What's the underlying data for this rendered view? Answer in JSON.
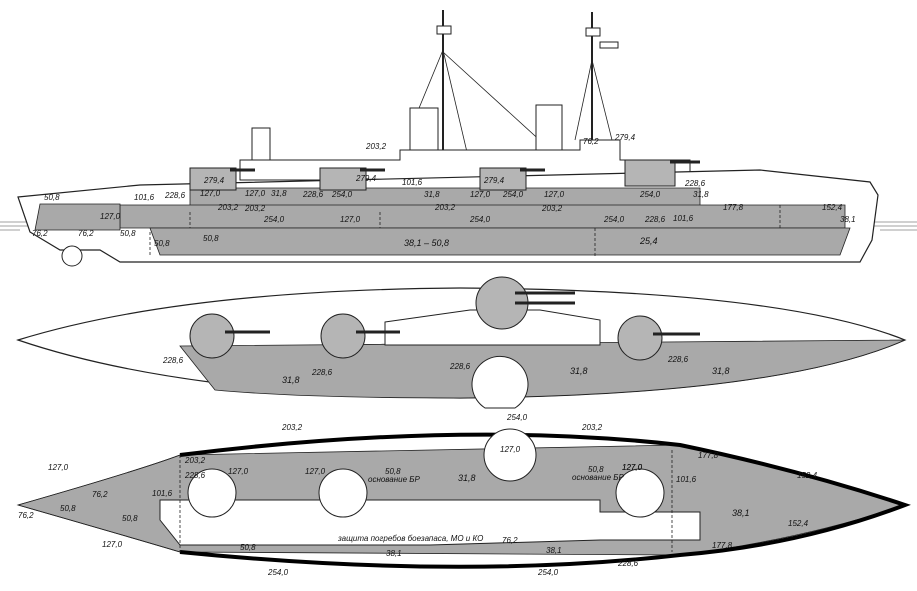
{
  "profile": {
    "labels": [
      {
        "id": "p1",
        "text": "50,8"
      },
      {
        "id": "p2",
        "text": "101,6"
      },
      {
        "id": "p3",
        "text": "228,6"
      },
      {
        "id": "p4",
        "text": "127,0"
      },
      {
        "id": "p5",
        "text": "76,2"
      },
      {
        "id": "p6",
        "text": "76,2"
      },
      {
        "id": "p7",
        "text": "50,8"
      },
      {
        "id": "p8",
        "text": "50,8"
      },
      {
        "id": "p9",
        "text": "50,8"
      },
      {
        "id": "p10",
        "text": "279,4"
      },
      {
        "id": "p11",
        "text": "127,0"
      },
      {
        "id": "p12",
        "text": "31,8"
      },
      {
        "id": "p13",
        "text": "228,6"
      },
      {
        "id": "p14",
        "text": "254,0"
      },
      {
        "id": "p15",
        "text": "279,4"
      },
      {
        "id": "p16",
        "text": "203,2"
      },
      {
        "id": "p17",
        "text": "101,6"
      },
      {
        "id": "p18",
        "text": "31,8"
      },
      {
        "id": "p19",
        "text": "203,2"
      },
      {
        "id": "p20",
        "text": "279,4"
      },
      {
        "id": "p21",
        "text": "254,0"
      },
      {
        "id": "p22",
        "text": "127,0"
      },
      {
        "id": "p23",
        "text": "203,2"
      },
      {
        "id": "p24",
        "text": "203,2"
      },
      {
        "id": "p25",
        "text": "127,0"
      },
      {
        "id": "p26",
        "text": "254,0"
      },
      {
        "id": "p27",
        "text": "127,0"
      },
      {
        "id": "p28",
        "text": "254,0"
      },
      {
        "id": "p29",
        "text": "254,0"
      },
      {
        "id": "p30",
        "text": "228,6"
      },
      {
        "id": "p31",
        "text": "38,1 – 50,8"
      },
      {
        "id": "p32",
        "text": "25,4"
      },
      {
        "id": "p33",
        "text": "279,4"
      },
      {
        "id": "p34",
        "text": "76,2"
      },
      {
        "id": "p35",
        "text": "254,0"
      },
      {
        "id": "p36",
        "text": "228,6"
      },
      {
        "id": "p37",
        "text": "31,8"
      },
      {
        "id": "p38",
        "text": "101,6"
      },
      {
        "id": "p39",
        "text": "177,8"
      },
      {
        "id": "p40",
        "text": "152,4"
      },
      {
        "id": "p41",
        "text": "38,1"
      },
      {
        "id": "p42",
        "text": "127,0"
      },
      {
        "id": "p43",
        "text": "203,2"
      }
    ]
  },
  "deck_plan": {
    "labels": [
      {
        "id": "d1",
        "text": "228,6"
      },
      {
        "id": "d2",
        "text": "31,8"
      },
      {
        "id": "d3",
        "text": "228,6"
      },
      {
        "id": "d4",
        "text": "228,6"
      },
      {
        "id": "d5",
        "text": "31,8"
      },
      {
        "id": "d6",
        "text": "228,6"
      },
      {
        "id": "d7",
        "text": "31,8"
      },
      {
        "id": "d8",
        "text": "254,0"
      }
    ]
  },
  "armor_deck_plan": {
    "labels": [
      {
        "id": "a1",
        "text": "203,2"
      },
      {
        "id": "a2",
        "text": "203,2"
      },
      {
        "id": "a3",
        "text": "127,0"
      },
      {
        "id": "a4",
        "text": "203,2"
      },
      {
        "id": "a5",
        "text": "228,6"
      },
      {
        "id": "a6",
        "text": "127,0"
      },
      {
        "id": "a7",
        "text": "127,0"
      },
      {
        "id": "a8",
        "text": "50,8"
      },
      {
        "id": "a9",
        "text": "основание БР"
      },
      {
        "id": "a10",
        "text": "31,8"
      },
      {
        "id": "a11",
        "text": "127,0"
      },
      {
        "id": "a12",
        "text": "50,8"
      },
      {
        "id": "a13",
        "text": "основание БР"
      },
      {
        "id": "a14",
        "text": "127,0"
      },
      {
        "id": "a15",
        "text": "177,8"
      },
      {
        "id": "a16",
        "text": "101,6"
      },
      {
        "id": "a17",
        "text": "152,4"
      },
      {
        "id": "a18",
        "text": "127,0"
      },
      {
        "id": "a19",
        "text": "50,8"
      },
      {
        "id": "a20",
        "text": "76,2"
      },
      {
        "id": "a21",
        "text": "50,8"
      },
      {
        "id": "a22",
        "text": "101,6"
      },
      {
        "id": "a23",
        "text": "76,2"
      },
      {
        "id": "a24",
        "text": "38,1"
      },
      {
        "id": "a25",
        "text": "152,4"
      },
      {
        "id": "a26",
        "text": "127,0"
      },
      {
        "id": "a27",
        "text": "защита погребов боезапаса, МО и КО"
      },
      {
        "id": "a28",
        "text": "76,2"
      },
      {
        "id": "a29",
        "text": "50,8"
      },
      {
        "id": "a30",
        "text": "38,1"
      },
      {
        "id": "a31",
        "text": "38,1"
      },
      {
        "id": "a32",
        "text": "177,8"
      },
      {
        "id": "a33",
        "text": "228,6"
      },
      {
        "id": "a34",
        "text": "254,0"
      },
      {
        "id": "a35",
        "text": "254,0"
      }
    ]
  }
}
